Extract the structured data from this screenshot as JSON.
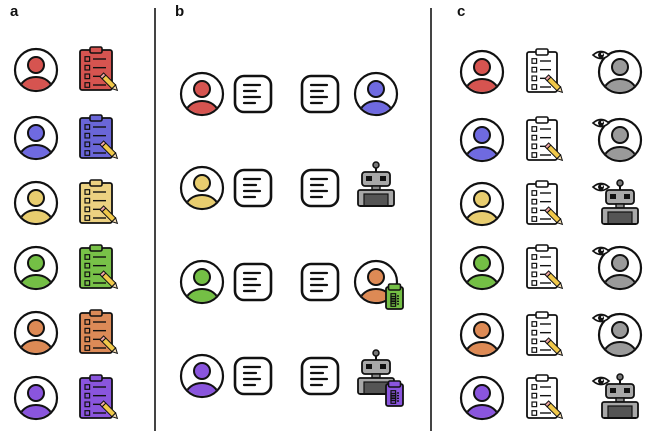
{
  "panels": [
    {
      "label": "a"
    },
    {
      "label": "b"
    },
    {
      "label": "c"
    }
  ],
  "colors": {
    "red": "#d65450",
    "blue": "#6f6ae0",
    "yellow": "#e8cd6f",
    "green": "#74bf45",
    "orange": "#dd8a55",
    "purple": "#8a55dd",
    "gray": "#9a9a9a",
    "outline": "#111111"
  },
  "panel_a": {
    "rows": [
      {
        "person": "red",
        "clipboard": "#d65450"
      },
      {
        "person": "blue",
        "clipboard": "#6a66d8"
      },
      {
        "person": "yellow",
        "clipboard": "#ecd181"
      },
      {
        "person": "green",
        "clipboard": "#78c148"
      },
      {
        "person": "orange",
        "clipboard": "#dc8a57"
      },
      {
        "person": "purple",
        "clipboard": "#8a55dd"
      }
    ]
  },
  "panel_b": {
    "rows": [
      {
        "left": "red",
        "right": "person-blue"
      },
      {
        "left": "yellow",
        "right": "robot"
      },
      {
        "left": "green",
        "right": "person-orange-with-green-clipboard"
      },
      {
        "left": "purple",
        "right": "robot-with-purple-clipboard"
      }
    ]
  },
  "panel_c": {
    "rows": [
      {
        "person": "red",
        "observer": "person-gray"
      },
      {
        "person": "blue",
        "observer": "person-gray"
      },
      {
        "person": "yellow",
        "observer": "robot"
      },
      {
        "person": "green",
        "observer": "person-gray"
      },
      {
        "person": "orange",
        "observer": "person-gray"
      },
      {
        "person": "purple",
        "observer": "robot"
      }
    ]
  }
}
